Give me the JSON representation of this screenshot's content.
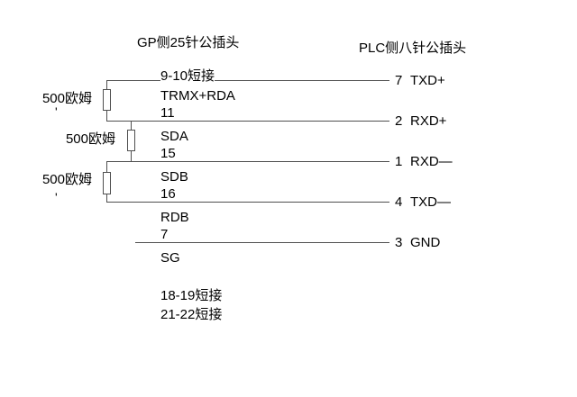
{
  "diagram": {
    "title_left": "GP侧25针公插头",
    "title_right": "PLC侧八针公插头",
    "rows": [
      {
        "gp_pin": "9-10短接",
        "gp_signal": "TRMX+RDA",
        "plc_pin": "7",
        "plc_signal": "TXD+"
      },
      {
        "gp_pin": "11",
        "gp_signal": "SDA",
        "plc_pin": "2",
        "plc_signal": "RXD+"
      },
      {
        "gp_pin": "15",
        "gp_signal": "SDB",
        "plc_pin": "1",
        "plc_signal": "RXD—"
      },
      {
        "gp_pin": "16",
        "gp_signal": "RDB",
        "plc_pin": "4",
        "plc_signal": "TXD—"
      },
      {
        "gp_pin": "7",
        "gp_signal": "SG",
        "plc_pin": "3",
        "plc_signal": "GND"
      }
    ],
    "resistors": [
      {
        "label": "500欧姆"
      },
      {
        "label": "500欧姆"
      },
      {
        "label": "500欧姆"
      }
    ],
    "notes": [
      "18-19短接",
      "21-22短接"
    ],
    "stray_marks": [
      "'",
      "'"
    ],
    "colors": {
      "background": "#ffffff",
      "line": "#4f4f4f",
      "text": "#000000"
    }
  }
}
